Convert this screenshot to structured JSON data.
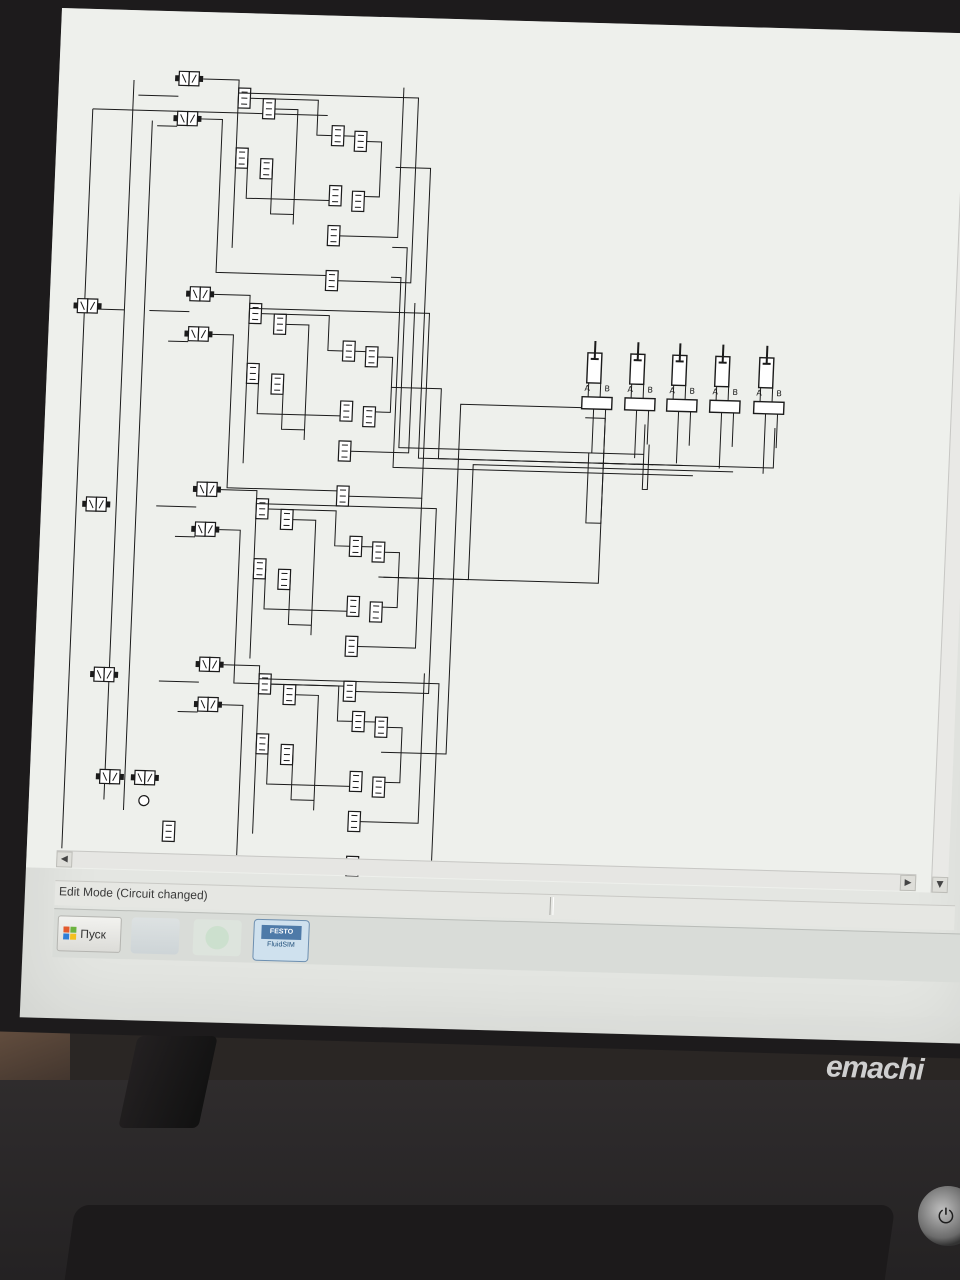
{
  "window": {
    "status_text": "Edit Mode (Circuit changed)"
  },
  "taskbar": {
    "start_label": "Пуск",
    "apps": [
      {
        "name": "folder-app",
        "icon": "folder-icon"
      },
      {
        "name": "media-app",
        "icon": "media-player-icon"
      },
      {
        "name": "FluidSIM",
        "icon": "fluidsim-icon",
        "logo": "FESTO"
      }
    ]
  },
  "laptop": {
    "brand": "emachi"
  },
  "diagram": {
    "type": "pneumatic circuit",
    "cylinder_count": 5,
    "valve_group_count": 4,
    "port_labels": [
      "A",
      "B"
    ]
  },
  "colors": {
    "screen_bg": "#eef0ec",
    "line": "#1b1b1b",
    "bezel": "#1d1b1c",
    "fluidsim_blue": "#4e7aa8"
  }
}
